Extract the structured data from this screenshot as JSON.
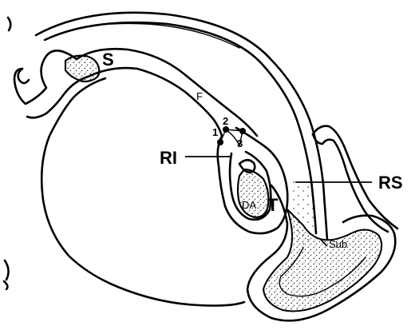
{
  "labels": {
    "s": "S",
    "f": "F",
    "ri": "RI",
    "rs": "RS",
    "da": "DA",
    "t": "T",
    "sub": "Sub",
    "n1": "1",
    "n2": "2",
    "n3": "3"
  },
  "colors": {
    "ink": "#000000",
    "paper": "#ffffff",
    "stipple": "#1a1a1a"
  }
}
